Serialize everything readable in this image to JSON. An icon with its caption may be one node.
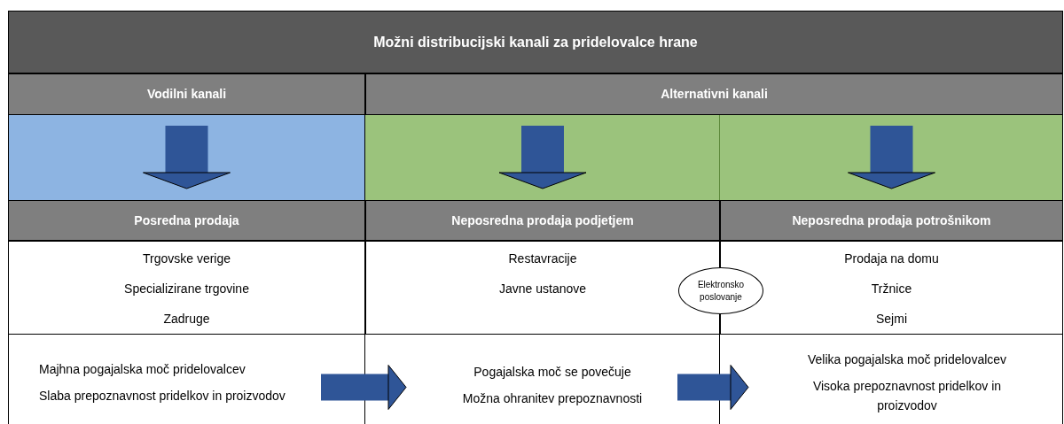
{
  "diagram": {
    "title": "Možni distribucijski kanali za pridelovalce hrane",
    "nodes": [
      {
        "text": [
          "Vodilni kanali"
        ]
      },
      {
        "text": [
          "Alternativni kanali"
        ]
      },
      {
        "text": [
          "Posredna prodaja"
        ]
      },
      {
        "text": [
          "Neposredna prodaja podjetjem"
        ]
      },
      {
        "text": [
          "Neposredna prodaja potrošnikom"
        ]
      },
      {
        "text": [
          "Trgovske verige",
          "Specializirane trgovine",
          "Zadruge"
        ]
      },
      {
        "text": [
          "Restavracije",
          "Javne ustanove"
        ]
      },
      {
        "text": [
          "Elektronsko poslovanje"
        ]
      },
      {
        "text": [
          "Prodaja na domu",
          "Tržnice",
          "Sejmi"
        ]
      },
      {
        "text": [
          "Majhna pogajalska moč pridelovalcev",
          "Slaba prepoznavnost pridelkov in proizvodov"
        ]
      },
      {
        "text": [
          "Pogajalska moč se povečuje",
          "Možna ohranitev prepoznavnosti"
        ]
      },
      {
        "text": [
          "Velika pogajalska moč pridelovalcev",
          "Visoka prepoznavnost pridelkov in proizvodov"
        ]
      }
    ],
    "edges": [
      {
        "from": 0,
        "to": 2,
        "arrow": "to"
      },
      {
        "from": 1,
        "to": 3,
        "arrow": "to"
      },
      {
        "from": 1,
        "to": 4,
        "arrow": "to"
      },
      {
        "from": 9,
        "to": 10,
        "arrow": "to"
      },
      {
        "from": 10,
        "to": 11,
        "arrow": "to"
      }
    ]
  }
}
